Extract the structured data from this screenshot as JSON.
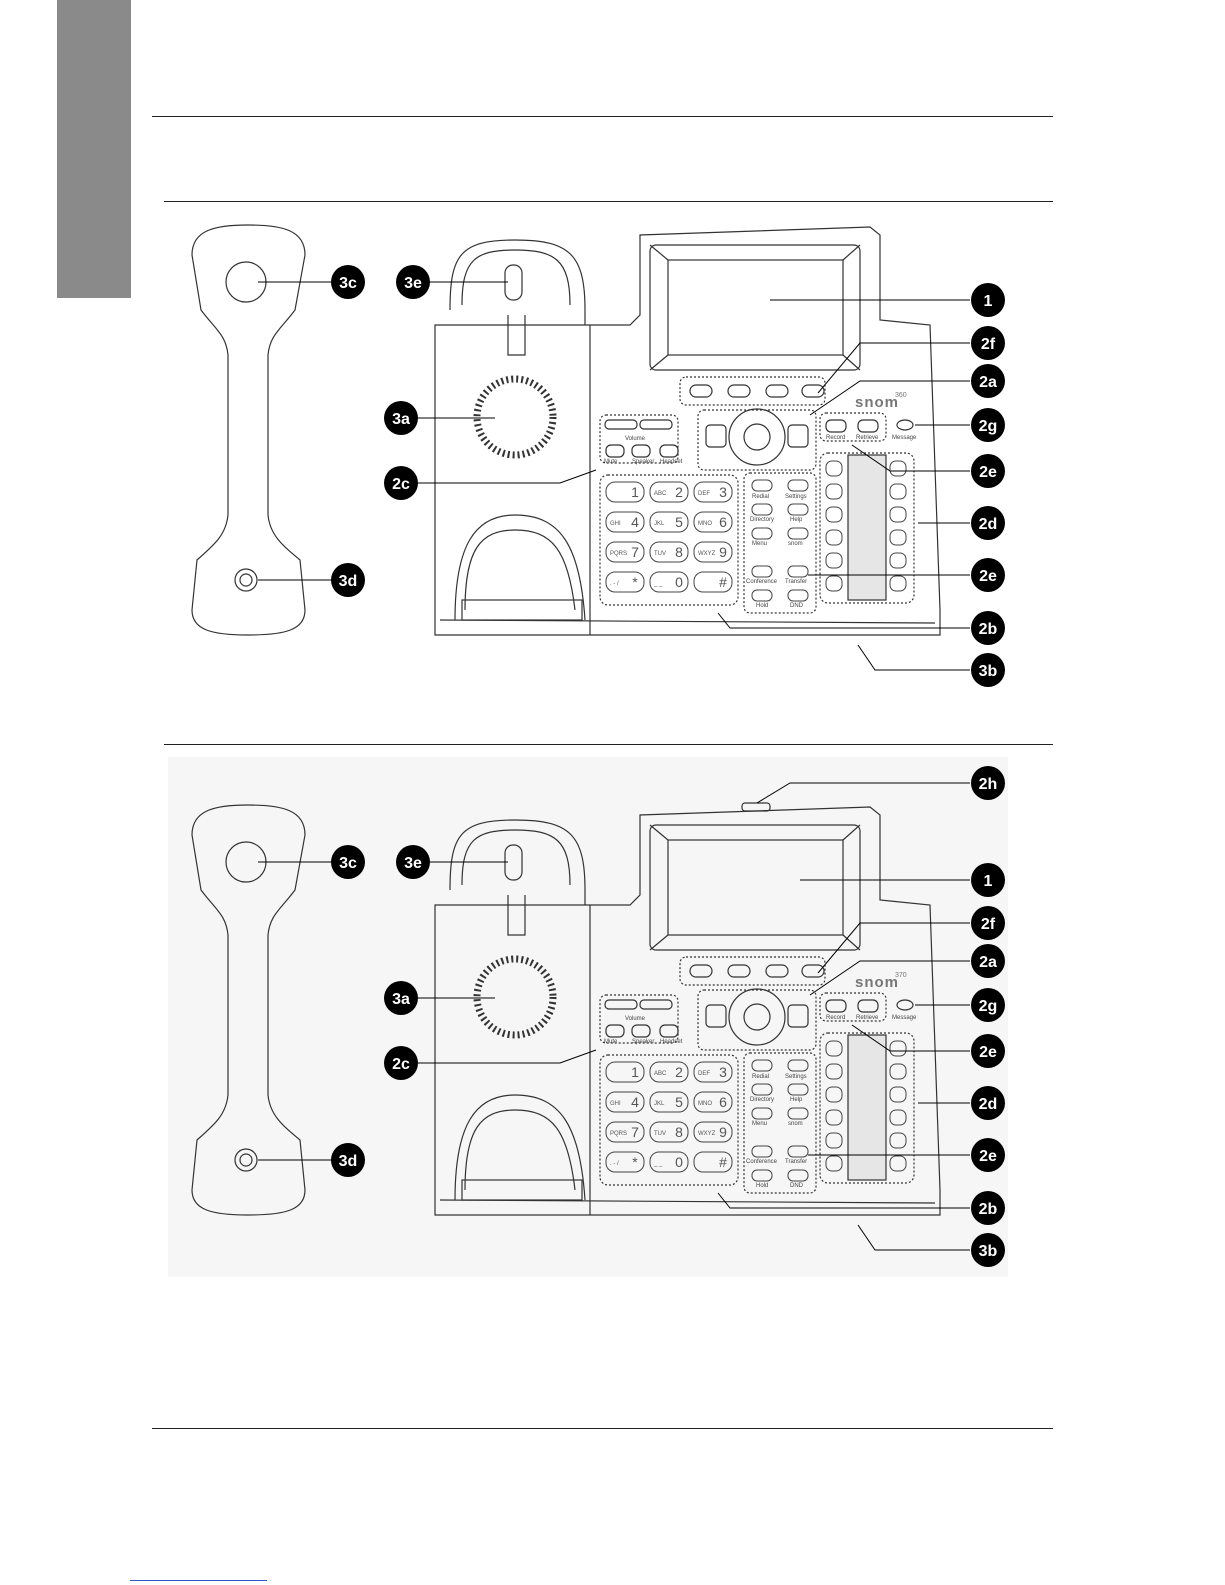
{
  "colors": {
    "accent": "#000000",
    "side_tab": "#8a8a8a",
    "line": "#333333"
  },
  "phones": [
    {
      "model_brand": "snom",
      "model_number": "360",
      "callouts": [
        "3c",
        "3e",
        "1",
        "2f",
        "2a",
        "3a",
        "2g",
        "2c",
        "2e",
        "2d",
        "3d",
        "2e",
        "2b",
        "3b"
      ]
    },
    {
      "model_brand": "snom",
      "model_number": "370",
      "callouts": [
        "2h",
        "3c",
        "3e",
        "1",
        "2f",
        "2a",
        "3a",
        "2g",
        "2c",
        "2e",
        "2d",
        "3d",
        "2e",
        "2b",
        "3b"
      ]
    }
  ],
  "keypad": {
    "digits": [
      "1",
      "2",
      "3",
      "4",
      "5",
      "6",
      "7",
      "8",
      "9",
      "*",
      "0",
      "#"
    ],
    "letters": [
      "",
      "ABC",
      "DEF",
      "GHI",
      "JKL",
      "MNO",
      "PQRS",
      "TUV",
      "WXYZ",
      ". - /",
      "_ _",
      ""
    ]
  },
  "panel_labels": {
    "volume": "Volume",
    "mute": "Mute",
    "speaker": "Speaker",
    "headset": "Headset",
    "record": "Record",
    "retrieve": "Retrieve",
    "message": "Message",
    "redial": "Redial",
    "settings": "Settings",
    "directory": "Directory",
    "help": "Help",
    "menu": "Menu",
    "snom": "snom",
    "conference": "Conference",
    "transfer": "Transfer",
    "hold": "Hold",
    "dnd": "DND"
  }
}
